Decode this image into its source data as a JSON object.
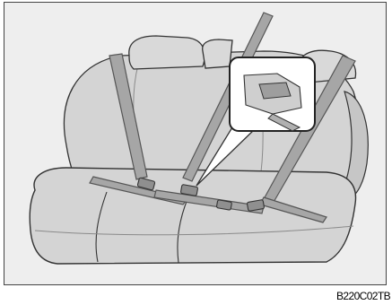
{
  "figure": {
    "code": "B220C02TB",
    "subject": "rear-seat-with-three-point-seat-belts",
    "inset": "seat-belt-buckle-close-up"
  },
  "colors": {
    "panel_bg": "#eeeeee",
    "seat_fill": "#d4d4d4",
    "seat_shade": "#bdbdbd",
    "belt": "#9a9a9a",
    "outline": "#333333"
  }
}
